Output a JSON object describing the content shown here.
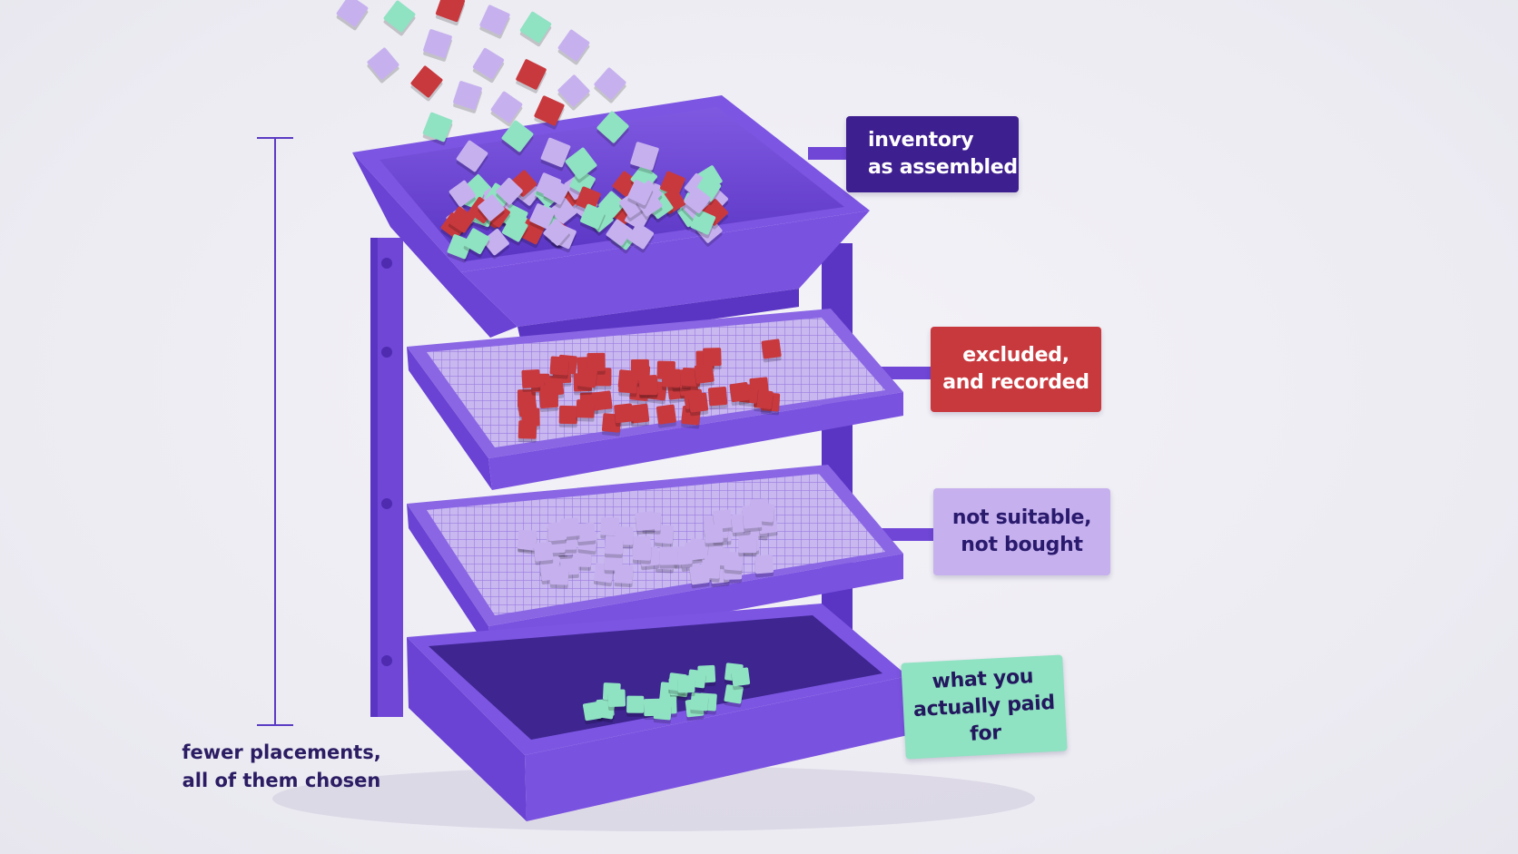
{
  "labels": {
    "inventory": "inventory\nas assembled",
    "excluded": "excluded,\nand recorded",
    "not_suitable": "not suitable,\nnot bought",
    "paid": "what you\nactually paid for"
  },
  "scale_caption": "fewer placements,\nall of them chosen",
  "colors": {
    "frame": "#6f46d6",
    "frame_dark": "#4f2bb0",
    "tile_red": "#c8393e",
    "tile_lavender": "#c6b1ee",
    "tile_mint": "#8fe2c2",
    "label_inventory": "#3e1f8f",
    "caption_text": "#2b1c63"
  }
}
